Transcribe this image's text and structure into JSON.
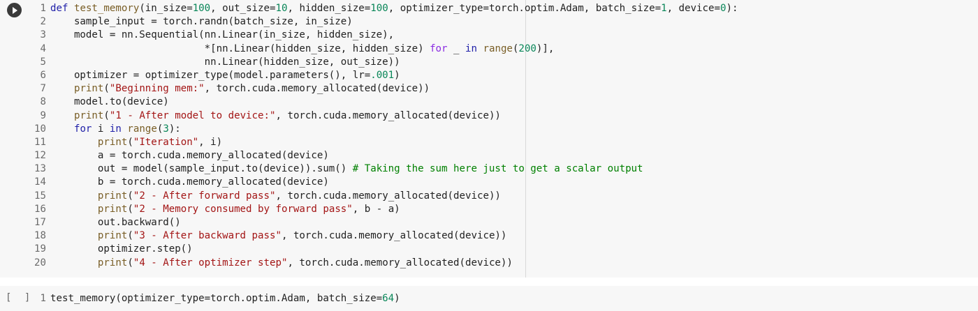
{
  "cells": [
    {
      "run_control": "play",
      "lines": [
        {
          "n": "1",
          "t": [
            [
              "kw",
              "def"
            ],
            [
              "p",
              " "
            ],
            [
              "fn",
              "test_memory"
            ],
            [
              "p",
              "(in_size="
            ],
            [
              "num",
              "100"
            ],
            [
              "p",
              ", out_size="
            ],
            [
              "num",
              "10"
            ],
            [
              "p",
              ", hidden_size="
            ],
            [
              "num",
              "100"
            ],
            [
              "p",
              ", optimizer_type=torch.optim.Adam, batch_size="
            ],
            [
              "num",
              "1"
            ],
            [
              "p",
              ", device="
            ],
            [
              "num",
              "0"
            ],
            [
              "p",
              "):"
            ]
          ]
        },
        {
          "n": "2",
          "t": [
            [
              "p",
              "    sample_input = torch.randn(batch_size, in_size)"
            ]
          ]
        },
        {
          "n": "3",
          "t": [
            [
              "p",
              "    model = nn.Sequential(nn.Linear(in_size, hidden_size),"
            ]
          ]
        },
        {
          "n": "4",
          "t": [
            [
              "p",
              "                          *[nn.Linear(hidden_size, hidden_size) "
            ],
            [
              "bi",
              "for"
            ],
            [
              "p",
              " _ "
            ],
            [
              "kw",
              "in"
            ],
            [
              "p",
              " "
            ],
            [
              "fn",
              "range"
            ],
            [
              "p",
              "("
            ],
            [
              "num",
              "200"
            ],
            [
              "p",
              ")],"
            ]
          ]
        },
        {
          "n": "5",
          "t": [
            [
              "p",
              "                          nn.Linear(hidden_size, out_size))"
            ]
          ]
        },
        {
          "n": "6",
          "t": [
            [
              "p",
              "    optimizer = optimizer_type(model.parameters(), lr="
            ],
            [
              "num",
              ".001"
            ],
            [
              "p",
              ")"
            ]
          ]
        },
        {
          "n": "7",
          "t": [
            [
              "p",
              "    "
            ],
            [
              "fn",
              "print"
            ],
            [
              "p",
              "("
            ],
            [
              "str",
              "\"Beginning mem:\""
            ],
            [
              "p",
              ", torch.cuda.memory_allocated(device))"
            ]
          ]
        },
        {
          "n": "8",
          "t": [
            [
              "p",
              "    model.to(device)"
            ]
          ]
        },
        {
          "n": "9",
          "t": [
            [
              "p",
              "    "
            ],
            [
              "fn",
              "print"
            ],
            [
              "p",
              "("
            ],
            [
              "str",
              "\"1 - After model to device:\""
            ],
            [
              "p",
              ", torch.cuda.memory_allocated(device))"
            ]
          ]
        },
        {
          "n": "10",
          "t": [
            [
              "p",
              "    "
            ],
            [
              "kw",
              "for"
            ],
            [
              "p",
              " i "
            ],
            [
              "kw",
              "in"
            ],
            [
              "p",
              " "
            ],
            [
              "fn",
              "range"
            ],
            [
              "p",
              "("
            ],
            [
              "num",
              "3"
            ],
            [
              "p",
              "):"
            ]
          ]
        },
        {
          "n": "11",
          "t": [
            [
              "p",
              "        "
            ],
            [
              "fn",
              "print"
            ],
            [
              "p",
              "("
            ],
            [
              "str",
              "\"Iteration\""
            ],
            [
              "p",
              ", i)"
            ]
          ]
        },
        {
          "n": "12",
          "t": [
            [
              "p",
              "        a = torch.cuda.memory_allocated(device)"
            ]
          ]
        },
        {
          "n": "13",
          "t": [
            [
              "p",
              "        out = model(sample_input.to(device)).sum() "
            ],
            [
              "cm",
              "# Taking the sum here just to get a scalar output"
            ]
          ]
        },
        {
          "n": "14",
          "t": [
            [
              "p",
              "        b = torch.cuda.memory_allocated(device)"
            ]
          ]
        },
        {
          "n": "15",
          "t": [
            [
              "p",
              "        "
            ],
            [
              "fn",
              "print"
            ],
            [
              "p",
              "("
            ],
            [
              "str",
              "\"2 - After forward pass\""
            ],
            [
              "p",
              ", torch.cuda.memory_allocated(device))"
            ]
          ]
        },
        {
          "n": "16",
          "t": [
            [
              "p",
              "        "
            ],
            [
              "fn",
              "print"
            ],
            [
              "p",
              "("
            ],
            [
              "str",
              "\"2 - Memory consumed by forward pass\""
            ],
            [
              "p",
              ", b - a)"
            ]
          ]
        },
        {
          "n": "17",
          "t": [
            [
              "p",
              "        out.backward()"
            ]
          ]
        },
        {
          "n": "18",
          "t": [
            [
              "p",
              "        "
            ],
            [
              "fn",
              "print"
            ],
            [
              "p",
              "("
            ],
            [
              "str",
              "\"3 - After backward pass\""
            ],
            [
              "p",
              ", torch.cuda.memory_allocated(device))"
            ]
          ]
        },
        {
          "n": "19",
          "t": [
            [
              "p",
              "        optimizer.step()"
            ]
          ]
        },
        {
          "n": "20",
          "t": [
            [
              "p",
              "        "
            ],
            [
              "fn",
              "print"
            ],
            [
              "p",
              "("
            ],
            [
              "str",
              "\"4 - After optimizer step\""
            ],
            [
              "p",
              ", torch.cuda.memory_allocated(device))"
            ]
          ]
        }
      ]
    },
    {
      "exec_count": "[ ]",
      "lines": [
        {
          "n": "1",
          "t": [
            [
              "p",
              "test_memory(optimizer_type=torch.optim.Adam, batch_size="
            ],
            [
              "num",
              "64"
            ],
            [
              "p",
              ")"
            ]
          ]
        }
      ]
    }
  ]
}
